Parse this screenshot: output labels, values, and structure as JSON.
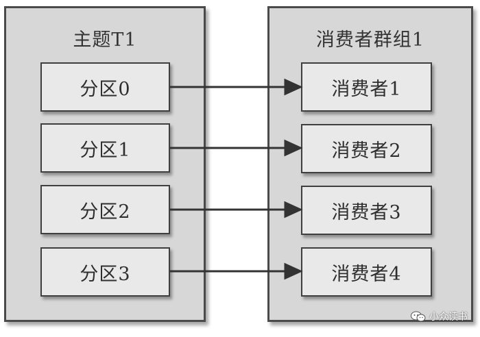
{
  "topic": {
    "title": "主题T1",
    "partitions": [
      {
        "label": "分区0"
      },
      {
        "label": "分区1"
      },
      {
        "label": "分区2"
      },
      {
        "label": "分区3"
      }
    ]
  },
  "consumer_group": {
    "title": "消费者群组1",
    "consumers": [
      {
        "label": "消费者1"
      },
      {
        "label": "消费者2"
      },
      {
        "label": "消费者3"
      },
      {
        "label": "消费者4"
      }
    ]
  },
  "watermark": {
    "text": "小众读书",
    "icon": "wechat-icon"
  },
  "colors": {
    "group_fill": "#d7d7d7",
    "box_fill": "#e9e9e9",
    "border": "#3e3e3e",
    "arrow": "#333333"
  }
}
